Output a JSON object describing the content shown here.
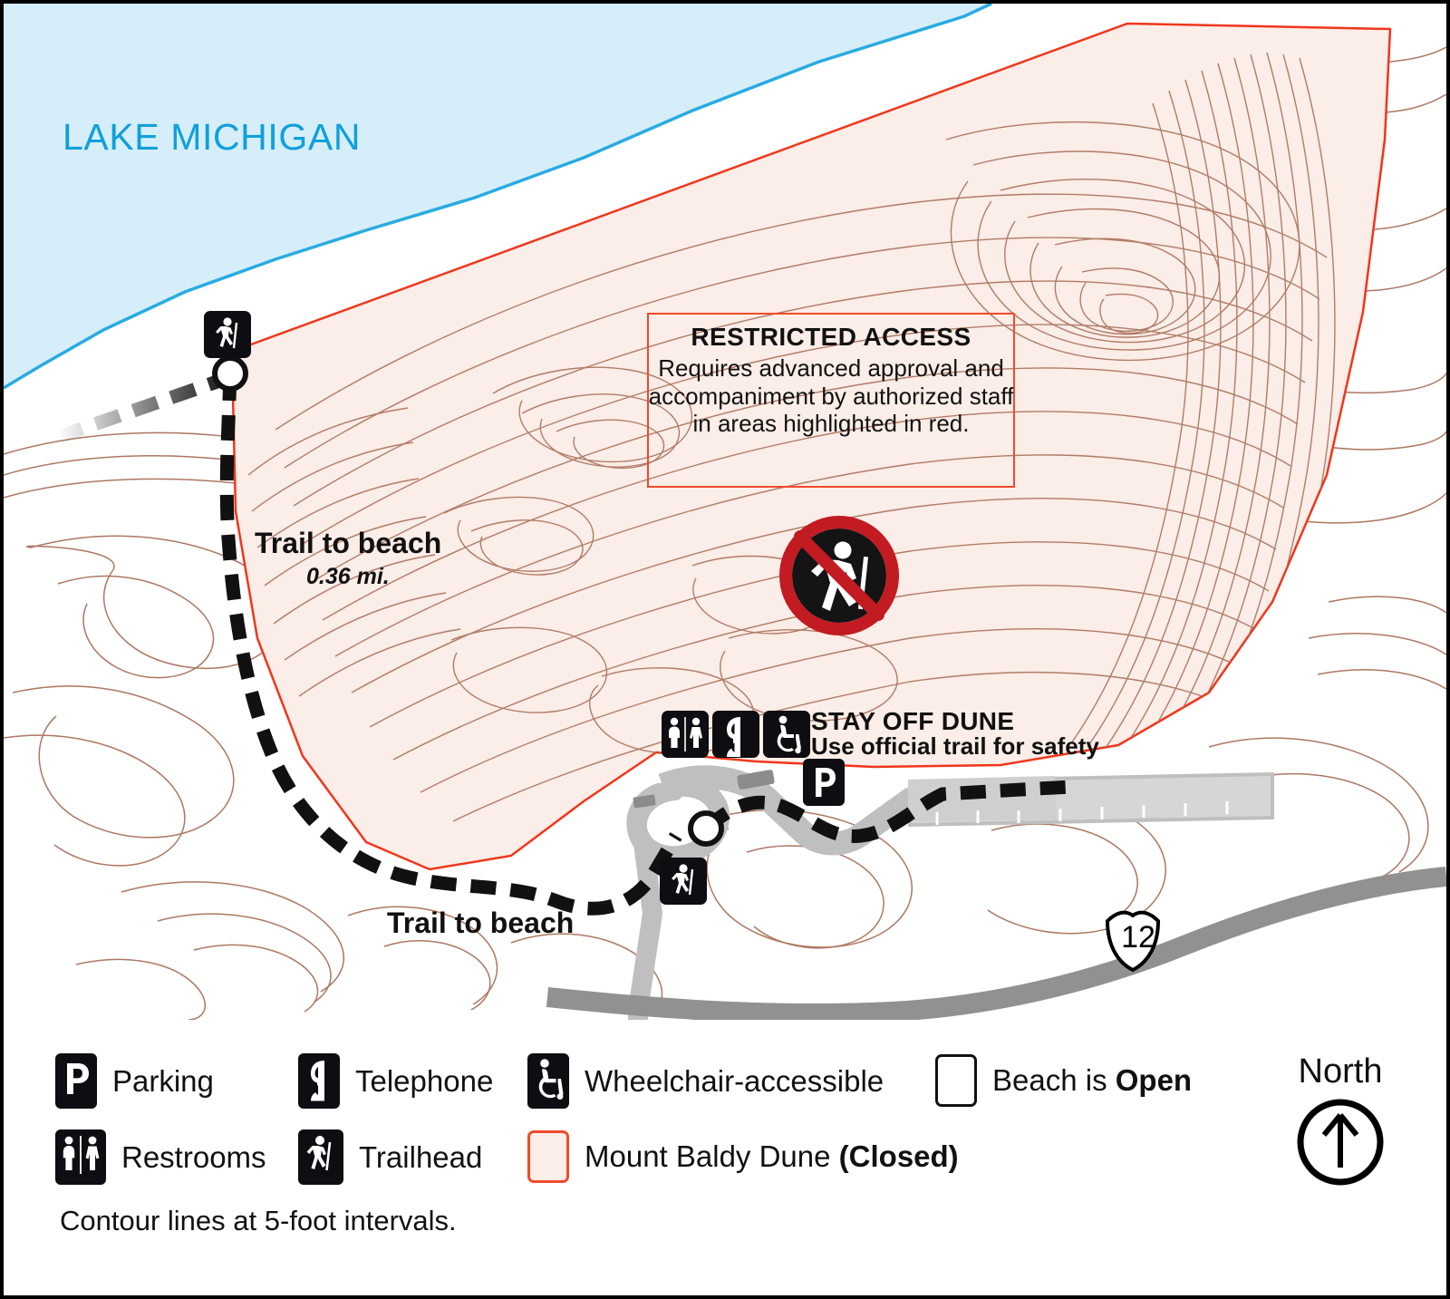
{
  "map": {
    "water_label": "LAKE MICHIGAN",
    "restricted_notice": {
      "title": "RESTRICTED ACCESS",
      "body": "Requires advanced approval and accompaniment by authorized staff in areas highlighted in red."
    },
    "trail_label_north": "Trail to beach",
    "trail_distance": "0.36 mi.",
    "trail_label_south": "Trail to beach",
    "stay_off_dune": {
      "title": "STAY OFF DUNE",
      "subtitle": "Use official trail for safety"
    },
    "highway_shield": "12",
    "icons_on_map": [
      "trailhead-icon",
      "restrooms-icon",
      "telephone-icon",
      "wheelchair-icon",
      "parking-icon",
      "no-hiking-icon"
    ],
    "colors": {
      "water": "#D6EEFA",
      "water_outline": "#29ABE2",
      "dune_fill": "#FBEDE7",
      "dune_outline": "#F0361C",
      "contour": "#A9705A",
      "road": "#BFBFBF",
      "trail": "#111111",
      "lake_text": "#0FA0DC",
      "prohibition": "#C21B22"
    }
  },
  "legend": {
    "items": [
      {
        "icon": "parking-icon",
        "label": "Parking"
      },
      {
        "icon": "telephone-icon",
        "label": "Telephone"
      },
      {
        "icon": "wheelchair-icon",
        "label": "Wheelchair-accessible"
      },
      {
        "icon": "open-swatch",
        "label": "Beach is ",
        "label_bold": "Open"
      },
      {
        "icon": "restrooms-icon",
        "label": "Restrooms"
      },
      {
        "icon": "trailhead-icon",
        "label": "Trailhead"
      },
      {
        "icon": "dune-swatch",
        "label": "Mount Baldy Dune ",
        "label_bold": "(Closed)"
      }
    ],
    "contour_note": "Contour lines at 5-foot intervals.",
    "north_label": "North",
    "north_icon": "north-arrow-icon"
  }
}
